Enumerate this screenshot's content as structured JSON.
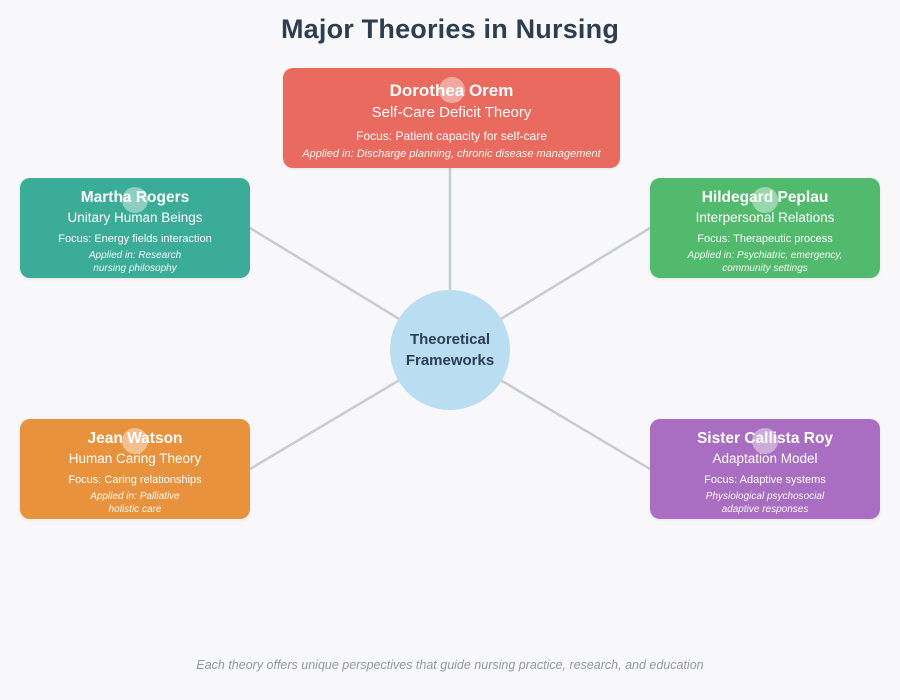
{
  "page": {
    "title": "Major Theories in Nursing",
    "footer": "Each theory offers unique perspectives that guide nursing practice, research, and education"
  },
  "colors": {
    "background": "#f8f8fa",
    "title_text": "#2c3e50",
    "connector": "#c9cbcd",
    "center_fill": "#b9ddf1",
    "center_text": "#2c3e50",
    "footer_text": "#8f99a3"
  },
  "center": {
    "label": "Theoretical Frameworks"
  },
  "theories": [
    {
      "name": "Dorothea Orem",
      "theory": "Self-Care Deficit Theory",
      "focus": "Focus: Patient capacity for self-care",
      "applied_lines": [
        "Applied in: Discharge planning, chronic disease management"
      ],
      "color": "#e96a5e"
    },
    {
      "name": "Martha Rogers",
      "theory": "Unitary Human Beings",
      "focus": "Focus: Energy fields interaction",
      "applied_lines": [
        "Applied in: Research",
        "nursing philosophy"
      ],
      "color": "#3aac97"
    },
    {
      "name": "Hildegard Peplau",
      "theory": "Interpersonal Relations",
      "focus": "Focus: Therapeutic process",
      "applied_lines": [
        "Applied in: Psychiatric, emergency,",
        "community settings"
      ],
      "color": "#52ba6d"
    },
    {
      "name": "Jean Watson",
      "theory": "Human Caring Theory",
      "focus": "Focus: Caring relationships",
      "applied_lines": [
        "Applied in: Palliative",
        "holistic care"
      ],
      "color": "#e8923e"
    },
    {
      "name": "Sister Callista Roy",
      "theory": "Adaptation Model",
      "focus": "Focus: Adaptive systems",
      "applied_lines": [
        "Physiological psychosocial",
        "adaptive responses"
      ],
      "color": "#a96ec2"
    }
  ]
}
